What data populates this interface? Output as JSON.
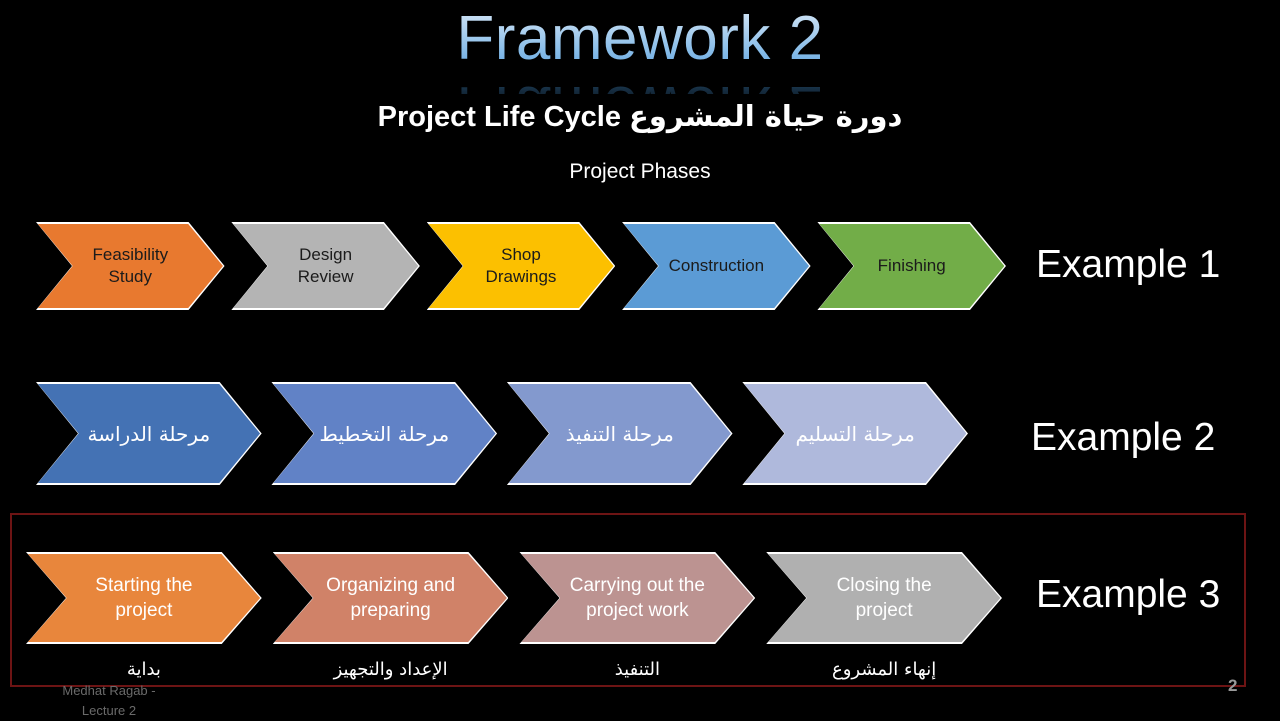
{
  "slide": {
    "title": "Framework 2",
    "subtitle_en": "Project Life Cycle",
    "subtitle_ar": "دورة حياة المشروع",
    "section_label": "Project Phases",
    "page_number": "2",
    "footer_line1": "Medhat Ragab -",
    "footer_line2": "Lecture 2",
    "background_color": "#000000",
    "highlight_box_color": "#6d1414",
    "title_gradient_top": "#dbeaf8",
    "title_gradient_bottom": "#5aa0dd"
  },
  "rows": [
    {
      "label": "Example 1",
      "text_color": "#1b1b1b",
      "steps": [
        {
          "label": "Feasibility\nStudy",
          "line1": "Feasibility",
          "line2": "Study",
          "color": "#E8792F"
        },
        {
          "label": "Design\nReview",
          "line1": "Design",
          "line2": "Review",
          "color": "#B4B4B4"
        },
        {
          "label": "Shop\nDrawings",
          "line1": "Shop",
          "line2": "Drawings",
          "color": "#FCC000"
        },
        {
          "label": "Construction",
          "line1": "Construction",
          "line2": "",
          "color": "#5B9BD5"
        },
        {
          "label": "Finishing",
          "line1": "Finishing",
          "line2": "",
          "color": "#72AD48"
        }
      ]
    },
    {
      "label": "Example 2",
      "text_color": "#ffffff",
      "steps": [
        {
          "label": "مرحلة الدراسة",
          "line1": "مرحلة الدراسة",
          "line2": "",
          "color": "#4472B4"
        },
        {
          "label": "مرحلة التخطيط",
          "line1": "مرحلة التخطيط",
          "line2": "",
          "color": "#6182C6"
        },
        {
          "label": "مرحلة التنفيذ",
          "line1": "مرحلة التنفيذ",
          "line2": "",
          "color": "#8399CE"
        },
        {
          "label": "مرحلة التسليم",
          "line1": "مرحلة التسليم",
          "line2": "",
          "color": "#AFB9DC"
        }
      ]
    },
    {
      "label": "Example 3",
      "text_color": "#ffffff",
      "steps": [
        {
          "label": "Starting the\nproject",
          "line1": "Starting the",
          "line2": "project",
          "color": "#E8863C",
          "caption": "بداية"
        },
        {
          "label": "Organizing and\npreparing",
          "line1": "Organizing and",
          "line2": "preparing",
          "color": "#D08268",
          "caption": "الإعداد والتجهيز"
        },
        {
          "label": "Carrying out the\nproject work",
          "line1": "Carrying out the",
          "line2": "project work",
          "color": "#BC9391",
          "caption": "التنفيذ"
        },
        {
          "label": "Closing the\nproject",
          "line1": "Closing the",
          "line2": "project",
          "color": "#B0B0B0",
          "caption": "إنهاء المشروع"
        }
      ]
    }
  ]
}
